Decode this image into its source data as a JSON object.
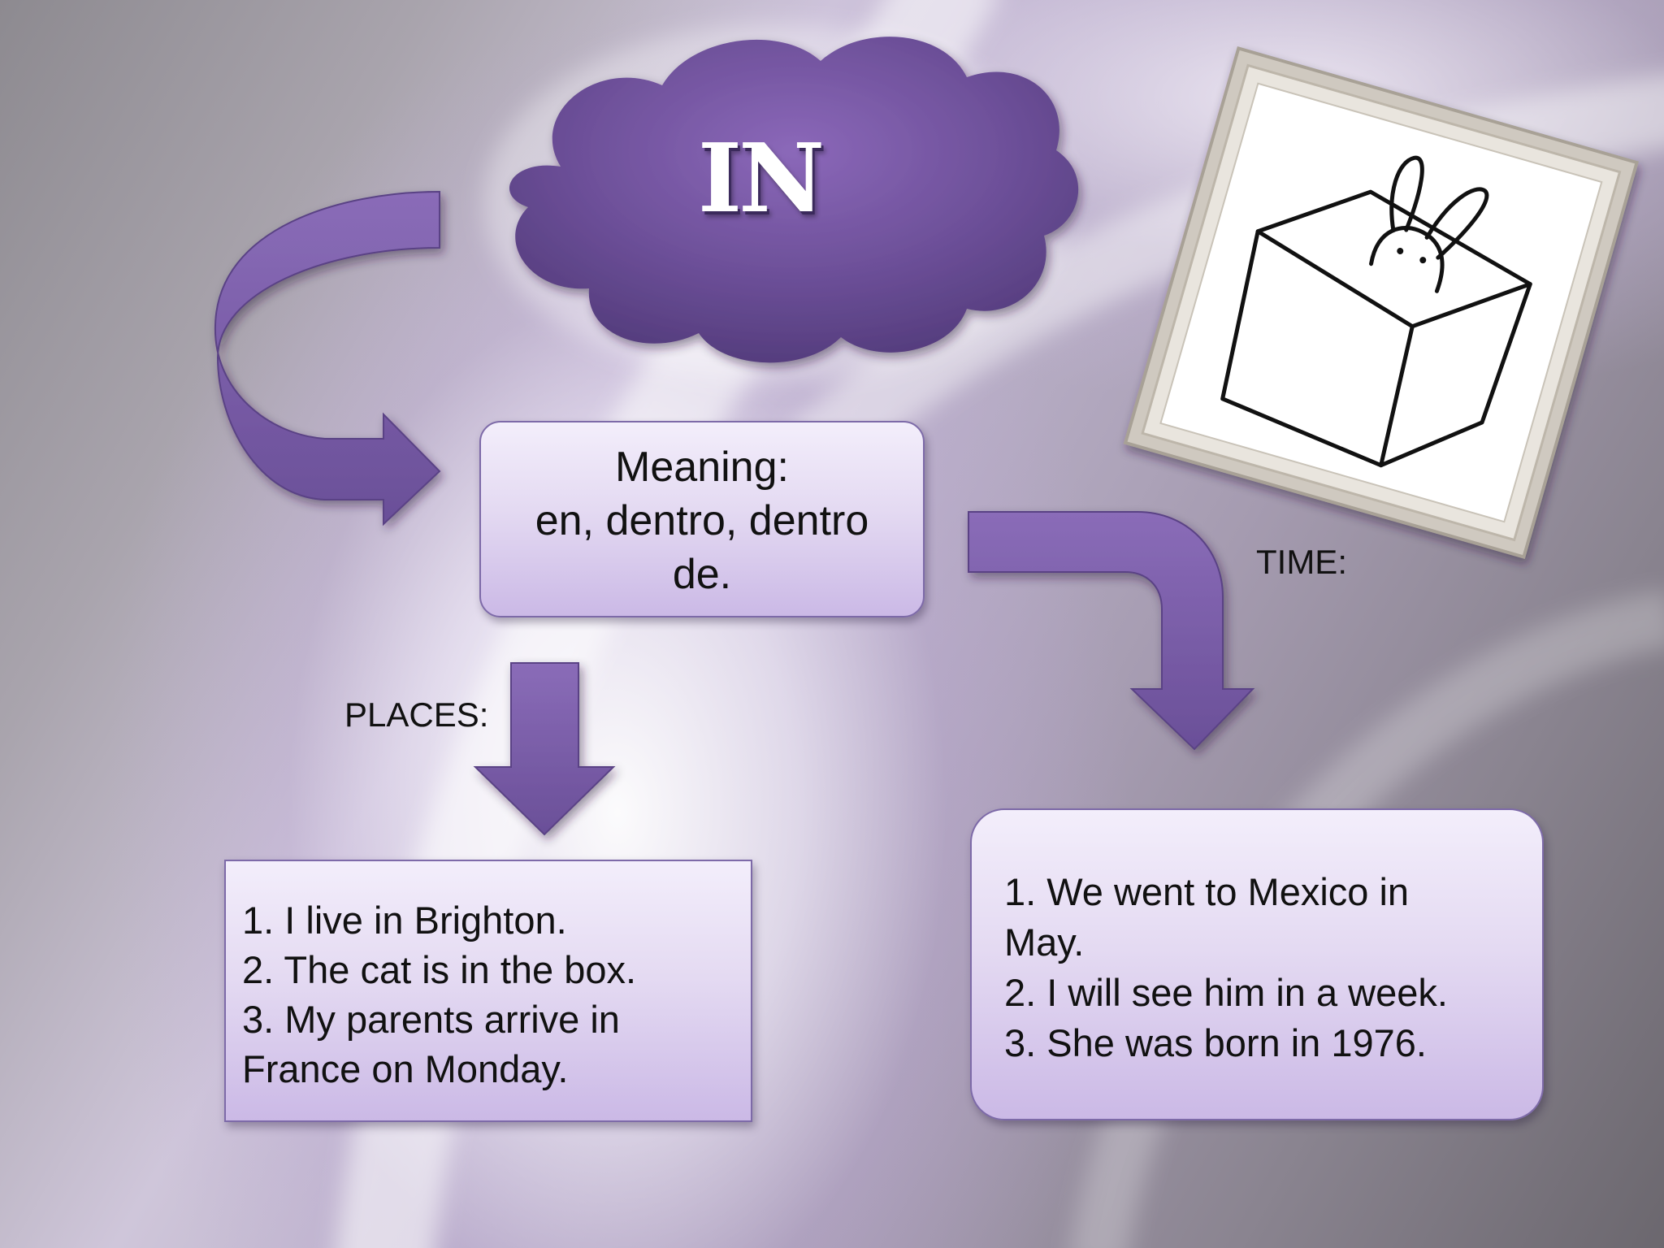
{
  "title": "IN",
  "meaning": {
    "lines": [
      "Meaning:",
      "en, dentro, dentro",
      "de."
    ]
  },
  "places": {
    "label": "PLACES:",
    "examples": [
      "1. I live in Brighton.",
      "2. The cat is in the box.",
      "3. My parents arrive in",
      "France on Monday."
    ]
  },
  "time": {
    "label": "TIME:",
    "examples": [
      "1. We went to Mexico in",
      "May.",
      "2. I will see him in a week.",
      "3. She was born in 1976."
    ]
  },
  "colors": {
    "accent": "#7b5fa8",
    "box_fill": "#e4daf2",
    "box_border": "#7d6aa8"
  },
  "icons": {
    "picture": "bunny-in-box-icon",
    "shape": "cloud-icon"
  }
}
